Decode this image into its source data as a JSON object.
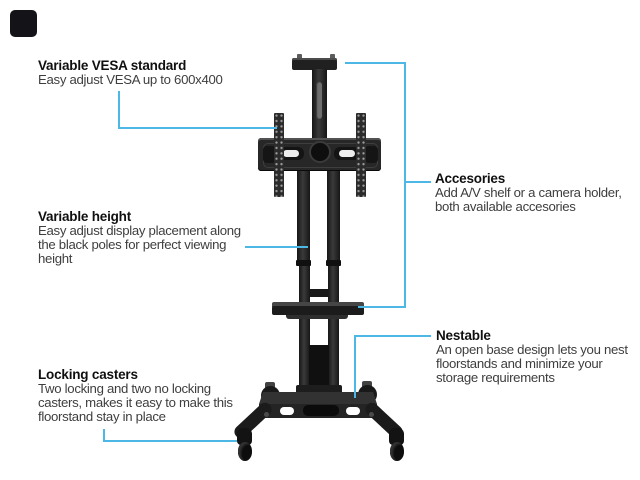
{
  "page": {
    "background_color": "#ffffff",
    "accent_color": "#4db7e5",
    "title_color": "#101010",
    "body_color": "#3e3e3e"
  },
  "logo": {
    "shape": "dark-rounded-square",
    "color": "#141418"
  },
  "illustration": {
    "name": "mobile-tv-floor-stand",
    "parts": [
      "camera-shelf",
      "vesa-rails",
      "mount-bar",
      "telescopic-poles",
      "av-shelf",
      "nestable-base",
      "casters"
    ]
  },
  "annotations": {
    "vesa": {
      "title": "Variable VESA standard",
      "body": "Easy adjust VESA up to 600x400"
    },
    "height": {
      "title": "Variable height",
      "body": "Easy adjust display placement along\nthe black poles for perfect viewing\nheight"
    },
    "casters": {
      "title": "Locking casters",
      "body": "Two locking and two no locking\ncasters, makes it easy to make this\nfloorstand stay in place"
    },
    "accessories": {
      "title": "Accesories",
      "body": "Add A/V shelf or a camera holder,\nboth available accesories"
    },
    "nestable": {
      "title": "Nestable",
      "body": "An open base design lets you nest\nfloorstands and minimize your\nstorage requirements"
    }
  }
}
